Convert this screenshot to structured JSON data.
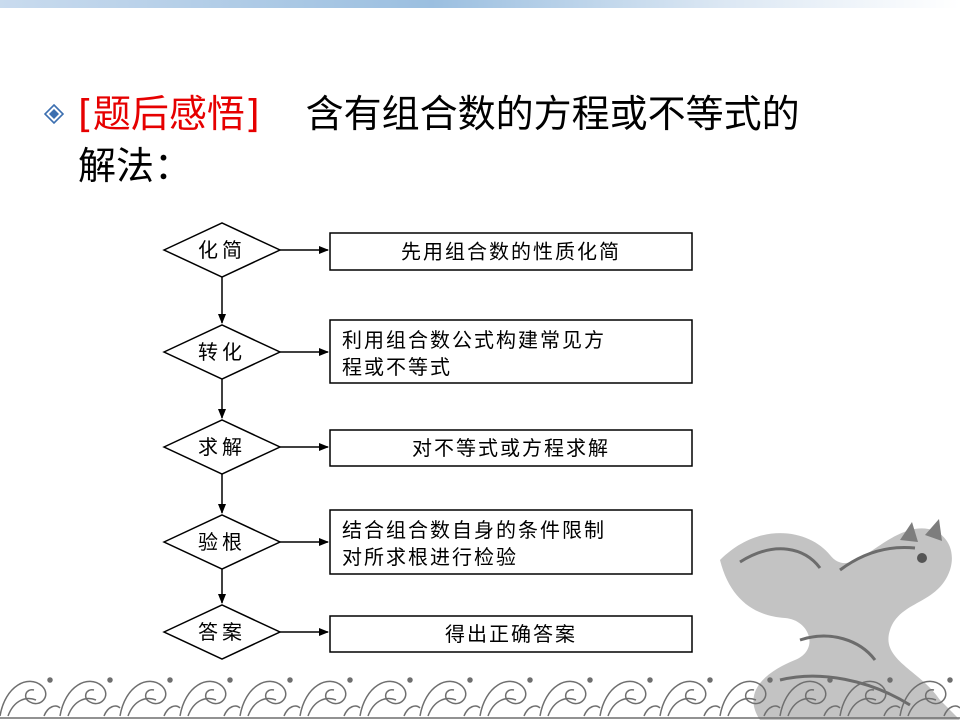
{
  "title": {
    "tag": "[题后感悟]",
    "line1": "含有组合数的方程或不等式的",
    "line2": "解法："
  },
  "steps": [
    {
      "label": "化简",
      "box_lines": [
        "先用组合数的性质化简"
      ]
    },
    {
      "label": "转化",
      "box_lines": [
        "利用组合数公式构建常见方",
        "程或不等式"
      ]
    },
    {
      "label": "求解",
      "box_lines": [
        "对不等式或方程求解"
      ]
    },
    {
      "label": "验根",
      "box_lines": [
        "结合组合数自身的条件限制",
        "对所求根进行检验"
      ]
    },
    {
      "label": "答案",
      "box_lines": [
        "得出正确答案"
      ]
    }
  ],
  "colors": {
    "accent": "#e60000",
    "bullet": "#3c6fb0",
    "top_bar": "#9bbfe0",
    "stroke": "#000000",
    "decor": "#8a8a8a"
  },
  "icons": {
    "bullet": "diamond-bullet-icon",
    "decor_bottom": "wave-border",
    "decor_corner": "dragon-illustration"
  }
}
